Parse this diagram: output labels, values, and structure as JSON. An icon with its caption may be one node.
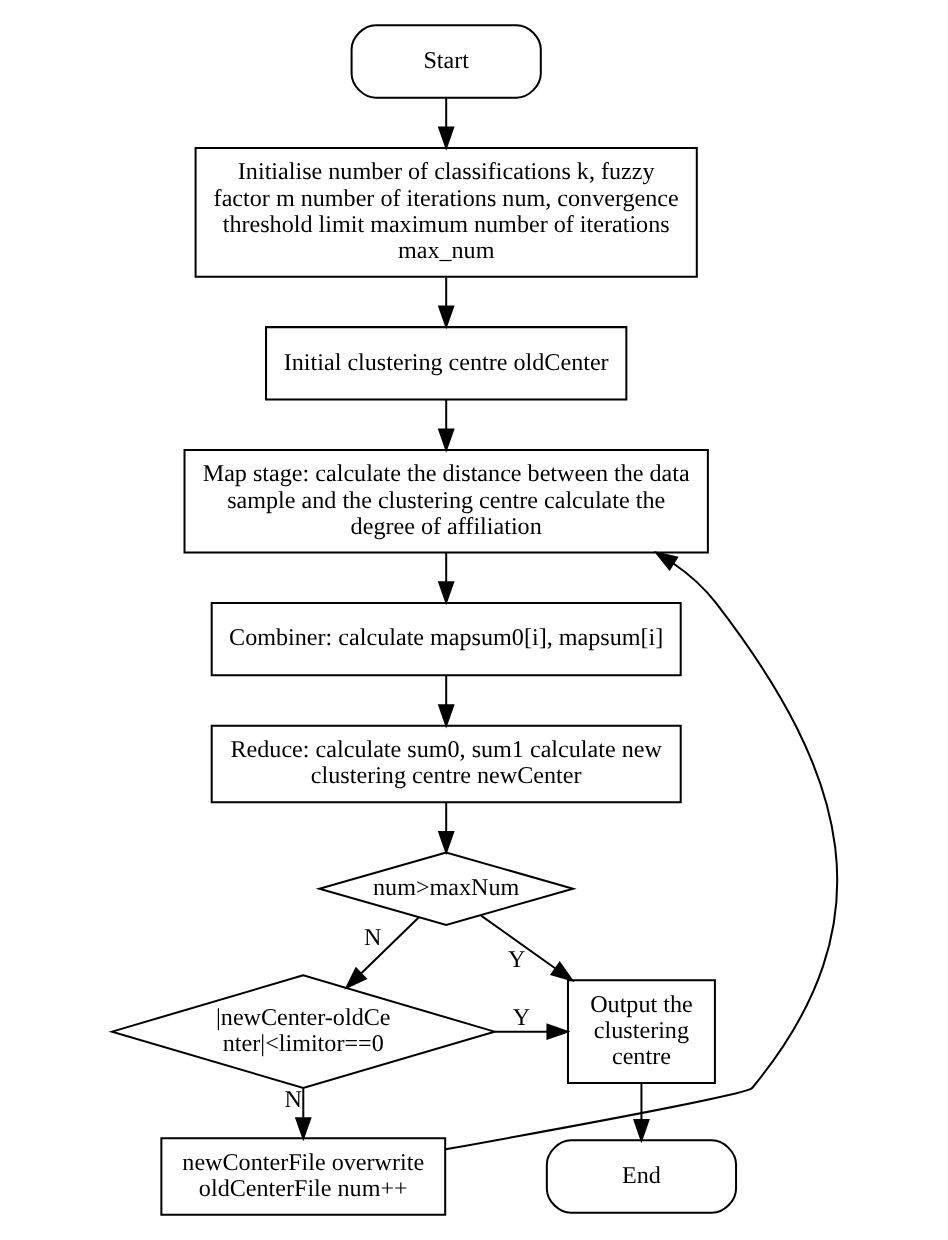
{
  "diagram": {
    "nodes": [
      {
        "text": [
          "Start"
        ]
      },
      {
        "text": [
          "Initialise number of classifications k, fuzzy factor m number of iterations num, convergence threshold limit maximum number of iterations max_num"
        ]
      },
      {
        "text": [
          "Initial clustering centre oldCenter"
        ]
      },
      {
        "text": [
          "Map stage: calculate the distance between the data sample and the clustering centre calculate the degree of affiliation"
        ]
      },
      {
        "text": [
          "Combiner: calculate mapsum0[i], mapsum[i]"
        ]
      },
      {
        "text": [
          "Reduce: calculate sum0, sum1 calculate new clustering centre newCenter"
        ]
      },
      {
        "text": [
          "num>maxNum"
        ]
      },
      {
        "text": [
          "|newCenter-oldCenter|<limitor==0"
        ]
      },
      {
        "text": [
          "Output the clustering centre"
        ]
      },
      {
        "text": [
          "newConterFile overwrite oldCenterFile num++"
        ]
      },
      {
        "text": [
          "End"
        ]
      }
    ],
    "edges": [
      {
        "from": 0,
        "to": 1,
        "arrow": "to"
      },
      {
        "from": 1,
        "to": 2,
        "arrow": "to"
      },
      {
        "from": 2,
        "to": 3,
        "arrow": "to"
      },
      {
        "from": 3,
        "to": 4,
        "arrow": "to"
      },
      {
        "from": 4,
        "to": 5,
        "arrow": "to"
      },
      {
        "from": 5,
        "to": 6,
        "arrow": "to"
      },
      {
        "from": 6,
        "to": 8,
        "arrow": "to",
        "label": "Y"
      },
      {
        "from": 6,
        "to": 7,
        "arrow": "to",
        "label": "N"
      },
      {
        "from": 7,
        "to": 8,
        "arrow": "to",
        "label": "Y"
      },
      {
        "from": 7,
        "to": 9,
        "arrow": "to",
        "label": "N"
      },
      {
        "from": 9,
        "to": 3,
        "arrow": "to"
      },
      {
        "from": 8,
        "to": 10,
        "arrow": "to"
      }
    ]
  }
}
